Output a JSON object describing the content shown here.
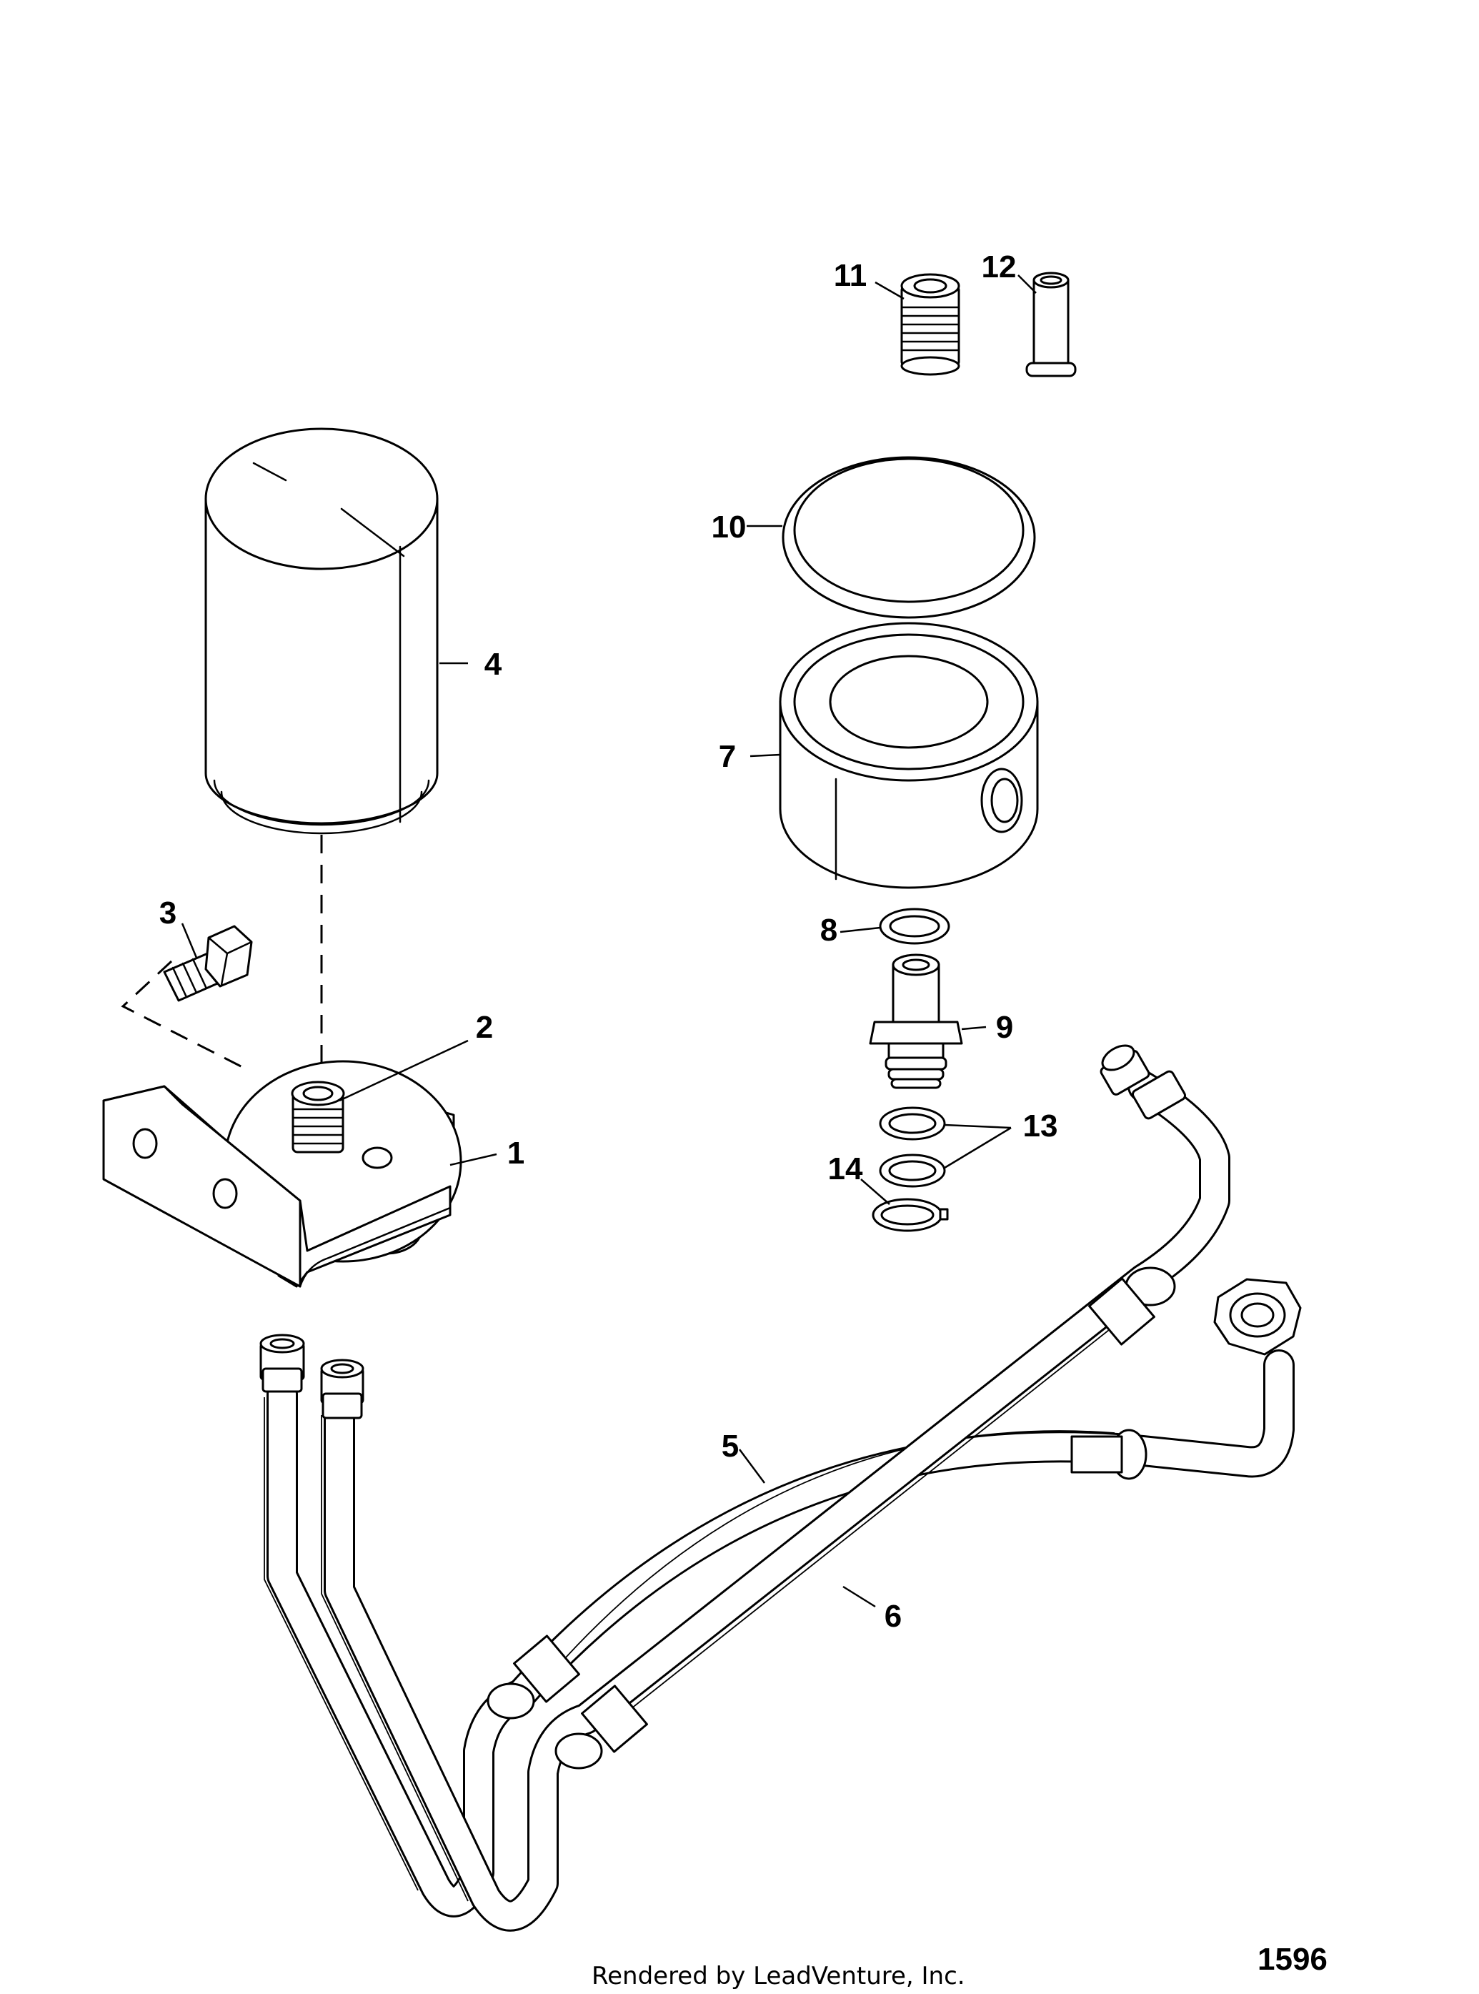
{
  "callouts": [
    {
      "id": "1",
      "label": "1"
    },
    {
      "id": "2",
      "label": "2"
    },
    {
      "id": "3",
      "label": "3"
    },
    {
      "id": "4",
      "label": "4"
    },
    {
      "id": "5",
      "label": "5"
    },
    {
      "id": "6",
      "label": "6"
    },
    {
      "id": "7",
      "label": "7"
    },
    {
      "id": "8",
      "label": "8"
    },
    {
      "id": "9",
      "label": "9"
    },
    {
      "id": "10",
      "label": "10"
    },
    {
      "id": "11",
      "label": "11"
    },
    {
      "id": "12",
      "label": "12"
    },
    {
      "id": "13",
      "label": "13"
    },
    {
      "id": "14",
      "label": "14"
    }
  ],
  "footer": {
    "credit": "Rendered by LeadVenture, Inc.",
    "figure_number": "1596"
  }
}
